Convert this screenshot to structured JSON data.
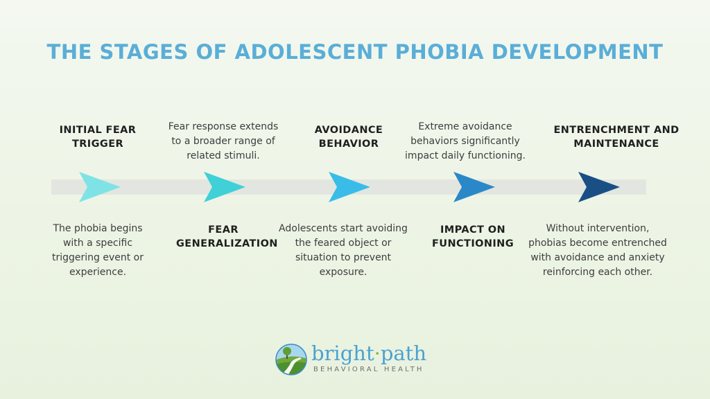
{
  "title": "THE STAGES OF ADOLESCENT PHOBIA DEVELOPMENT",
  "stages": [
    {
      "label": "INITIAL FEAR TRIGGER",
      "description": "The phobia begins with a specific triggering event or experience.",
      "color": "#7fe3e6"
    },
    {
      "label": "FEAR GENERALIZATION",
      "description": "Fear response extends to a broader range of related stimuli.",
      "color": "#3fd0d8"
    },
    {
      "label": "AVOIDANCE BEHAVIOR",
      "description": "Adolescents start avoiding the feared object or situation to prevent exposure.",
      "color": "#39bde8"
    },
    {
      "label": "IMPACT ON FUNCTIONING",
      "description": "Extreme avoidance behaviors significantly impact daily functioning.",
      "color": "#2b88c8"
    },
    {
      "label": "ENTRENCHMENT AND MAINTENANCE",
      "description": "Without intervention, phobias become entrenched with avoidance and anxiety reinforcing each other.",
      "color": "#1a4f86"
    }
  ],
  "logo": {
    "name_part1": "bright",
    "separator": "·",
    "name_part2": "path",
    "tagline": "BEHAVIORAL HEALTH",
    "colors": {
      "primary": "#4aa2cf",
      "accent": "#8bb63c"
    }
  }
}
